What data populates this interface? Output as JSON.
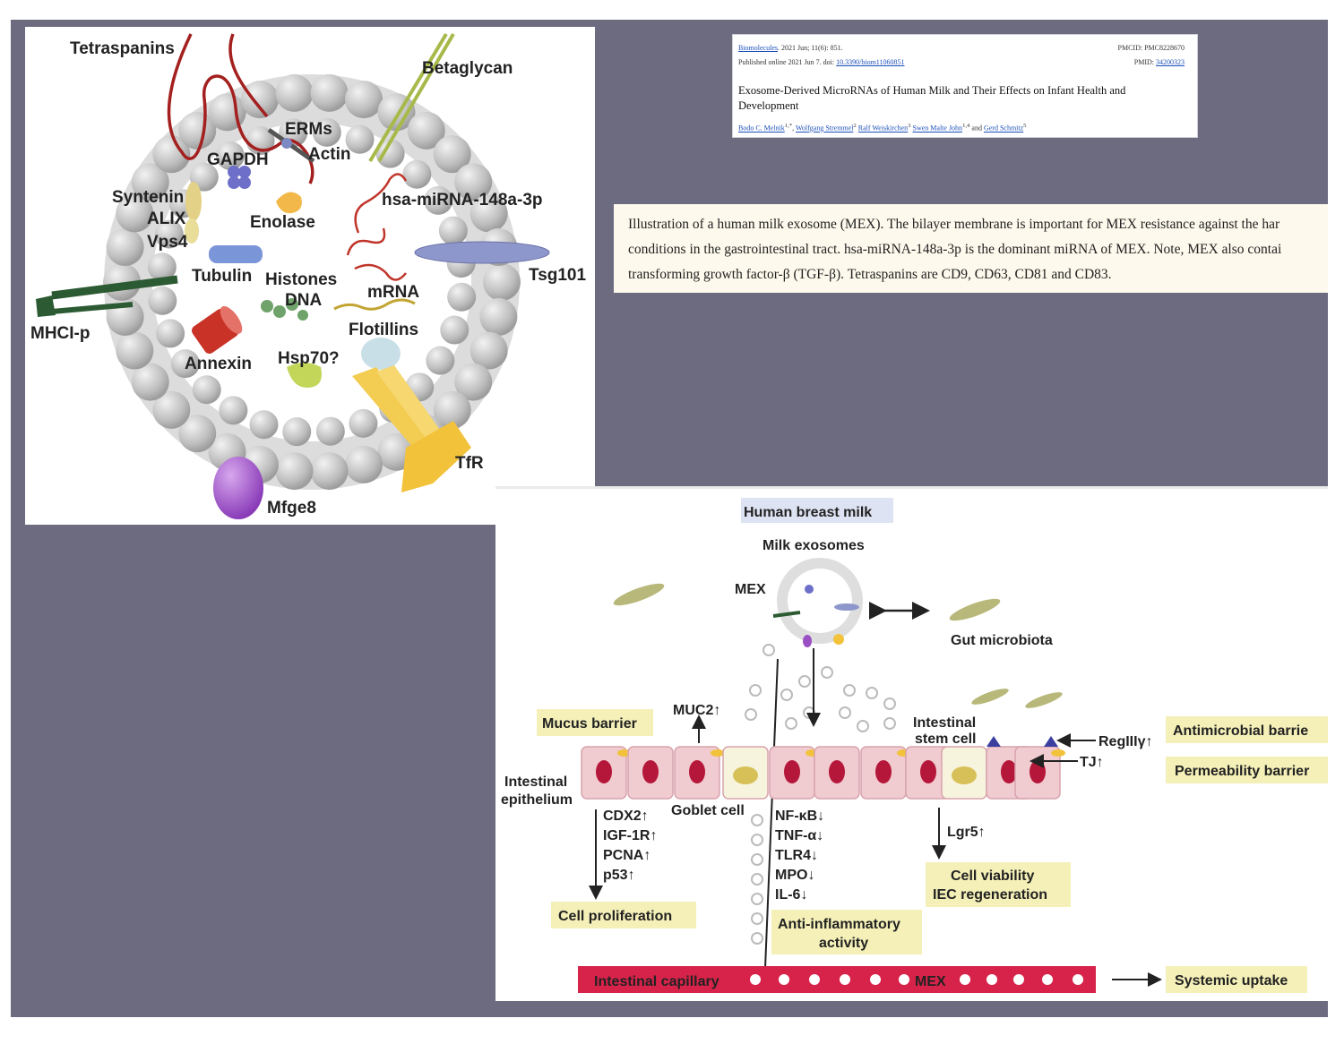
{
  "mex_illustration": {
    "labels": {
      "tetraspanins": "Tetraspanins",
      "betaglycan": "Betaglycan",
      "erms": "ERMs",
      "actin": "Actin",
      "gapdh": "GAPDH",
      "syntenin": "Syntenin",
      "alix": "ALIX",
      "vps4": "Vps4",
      "enolase": "Enolase",
      "mirna": "hsa-miRNA-148a-3p",
      "tsg101": "Tsg101",
      "tubulin": "Tubulin",
      "histones": "Histones",
      "dna": "DNA",
      "mrna": "mRNA",
      "mhci": "MHCI-p",
      "flotillins": "Flotillins",
      "annexin": "Annexin",
      "hsp70": "Hsp70?",
      "tfr": "TfR",
      "mfge8": "Mfge8"
    },
    "colors": {
      "bead": "#c4c4c4",
      "membrane_inner": "#ffffff",
      "tsg101": "#8e97cc",
      "annexin": "#c93226",
      "mfge8": "#9b4fc4",
      "tfr": "#f2c23a",
      "mhci": "#2c5a32"
    }
  },
  "paper": {
    "journal": "Biomolecules",
    "issue": ". 2021 Jun; 11(6): 851.",
    "published_prefix": "Published online 2021 Jun 7. doi: ",
    "doi": "10.3390/biom11060851",
    "pmcid": "PMCID: PMC8228670",
    "pmid_prefix": "PMID: ",
    "pmid": "34200323",
    "title": "Exosome-Derived MicroRNAs of Human Milk and Their Effects on Infant Health and Development",
    "authors": [
      {
        "name": "Bodo C. Melnik",
        "sup": "1,*"
      },
      {
        "name": "Wolfgang Stremmel",
        "sup": "2"
      },
      {
        "name": "Ralf Weiskirchen",
        "sup": "3"
      },
      {
        "name": "Swen Malte John",
        "sup": "1,4"
      },
      {
        "name": "Gerd Schmitz",
        "sup": "5"
      }
    ],
    "and": " and "
  },
  "caption": {
    "line1": "Illustration of a human milk exosome (MEX). The bilayer membrane is important for MEX resistance against the har",
    "line2": "conditions in the gastrointestinal tract. hsa-miRNA-148a-3p is the dominant miRNA of MEX. Note, MEX also contai",
    "line3": "transforming growth factor-β (TGF-β). Tetraspanins are CD9, CD63, CD81 and CD83."
  },
  "effects_figure": {
    "labels": {
      "human_breast_milk": "Human breast milk",
      "milk_exosomes": "Milk exosomes",
      "mex": "MEX",
      "gut_microbiota": "Gut microbiota",
      "muc2": "MUC2↑",
      "mucus_barrier": "Mucus barrier",
      "intestinal_stem_cell_1": "Intestinal",
      "intestinal_stem_cell_2": "stem cell",
      "antimicrobial_barrier": "Antimicrobial barrie",
      "regiii": "RegIIIγ↑",
      "tj": "TJ↑",
      "permeability_barrier": "Permeability barrier",
      "intestinal_epithelium_1": "Intestinal",
      "intestinal_epithelium_2": "epithelium",
      "goblet_cell": "Goblet cell",
      "cdx2": "CDX2↑",
      "igf1r": "IGF-1R↑",
      "pcna": "PCNA↑",
      "p53": "p53↑",
      "cell_proliferation": "Cell proliferation",
      "nfkb": "NF-κB↓",
      "tnfa": "TNF-α↓",
      "tlr4": "TLR4↓",
      "mpo": "MPO↓",
      "il6": "IL-6↓",
      "anti_inflammatory_1": "Anti-inflammatory",
      "anti_inflammatory_2": "activity",
      "lgr5": "Lgr5↑",
      "cell_viability": "Cell viability",
      "iec_regeneration": "IEC regeneration",
      "intestinal_capillary": "Intestinal capillary",
      "mex_capillary": "MEX",
      "systemic_uptake": "Systemic uptake"
    },
    "colors": {
      "highlight": "#f4f0b8",
      "title_box": "#dde3f2",
      "capillary": "#d7234a",
      "cell": "#f0cbd0",
      "nucleus": "#b5173a",
      "epithelium_label": "#b4396f"
    }
  }
}
